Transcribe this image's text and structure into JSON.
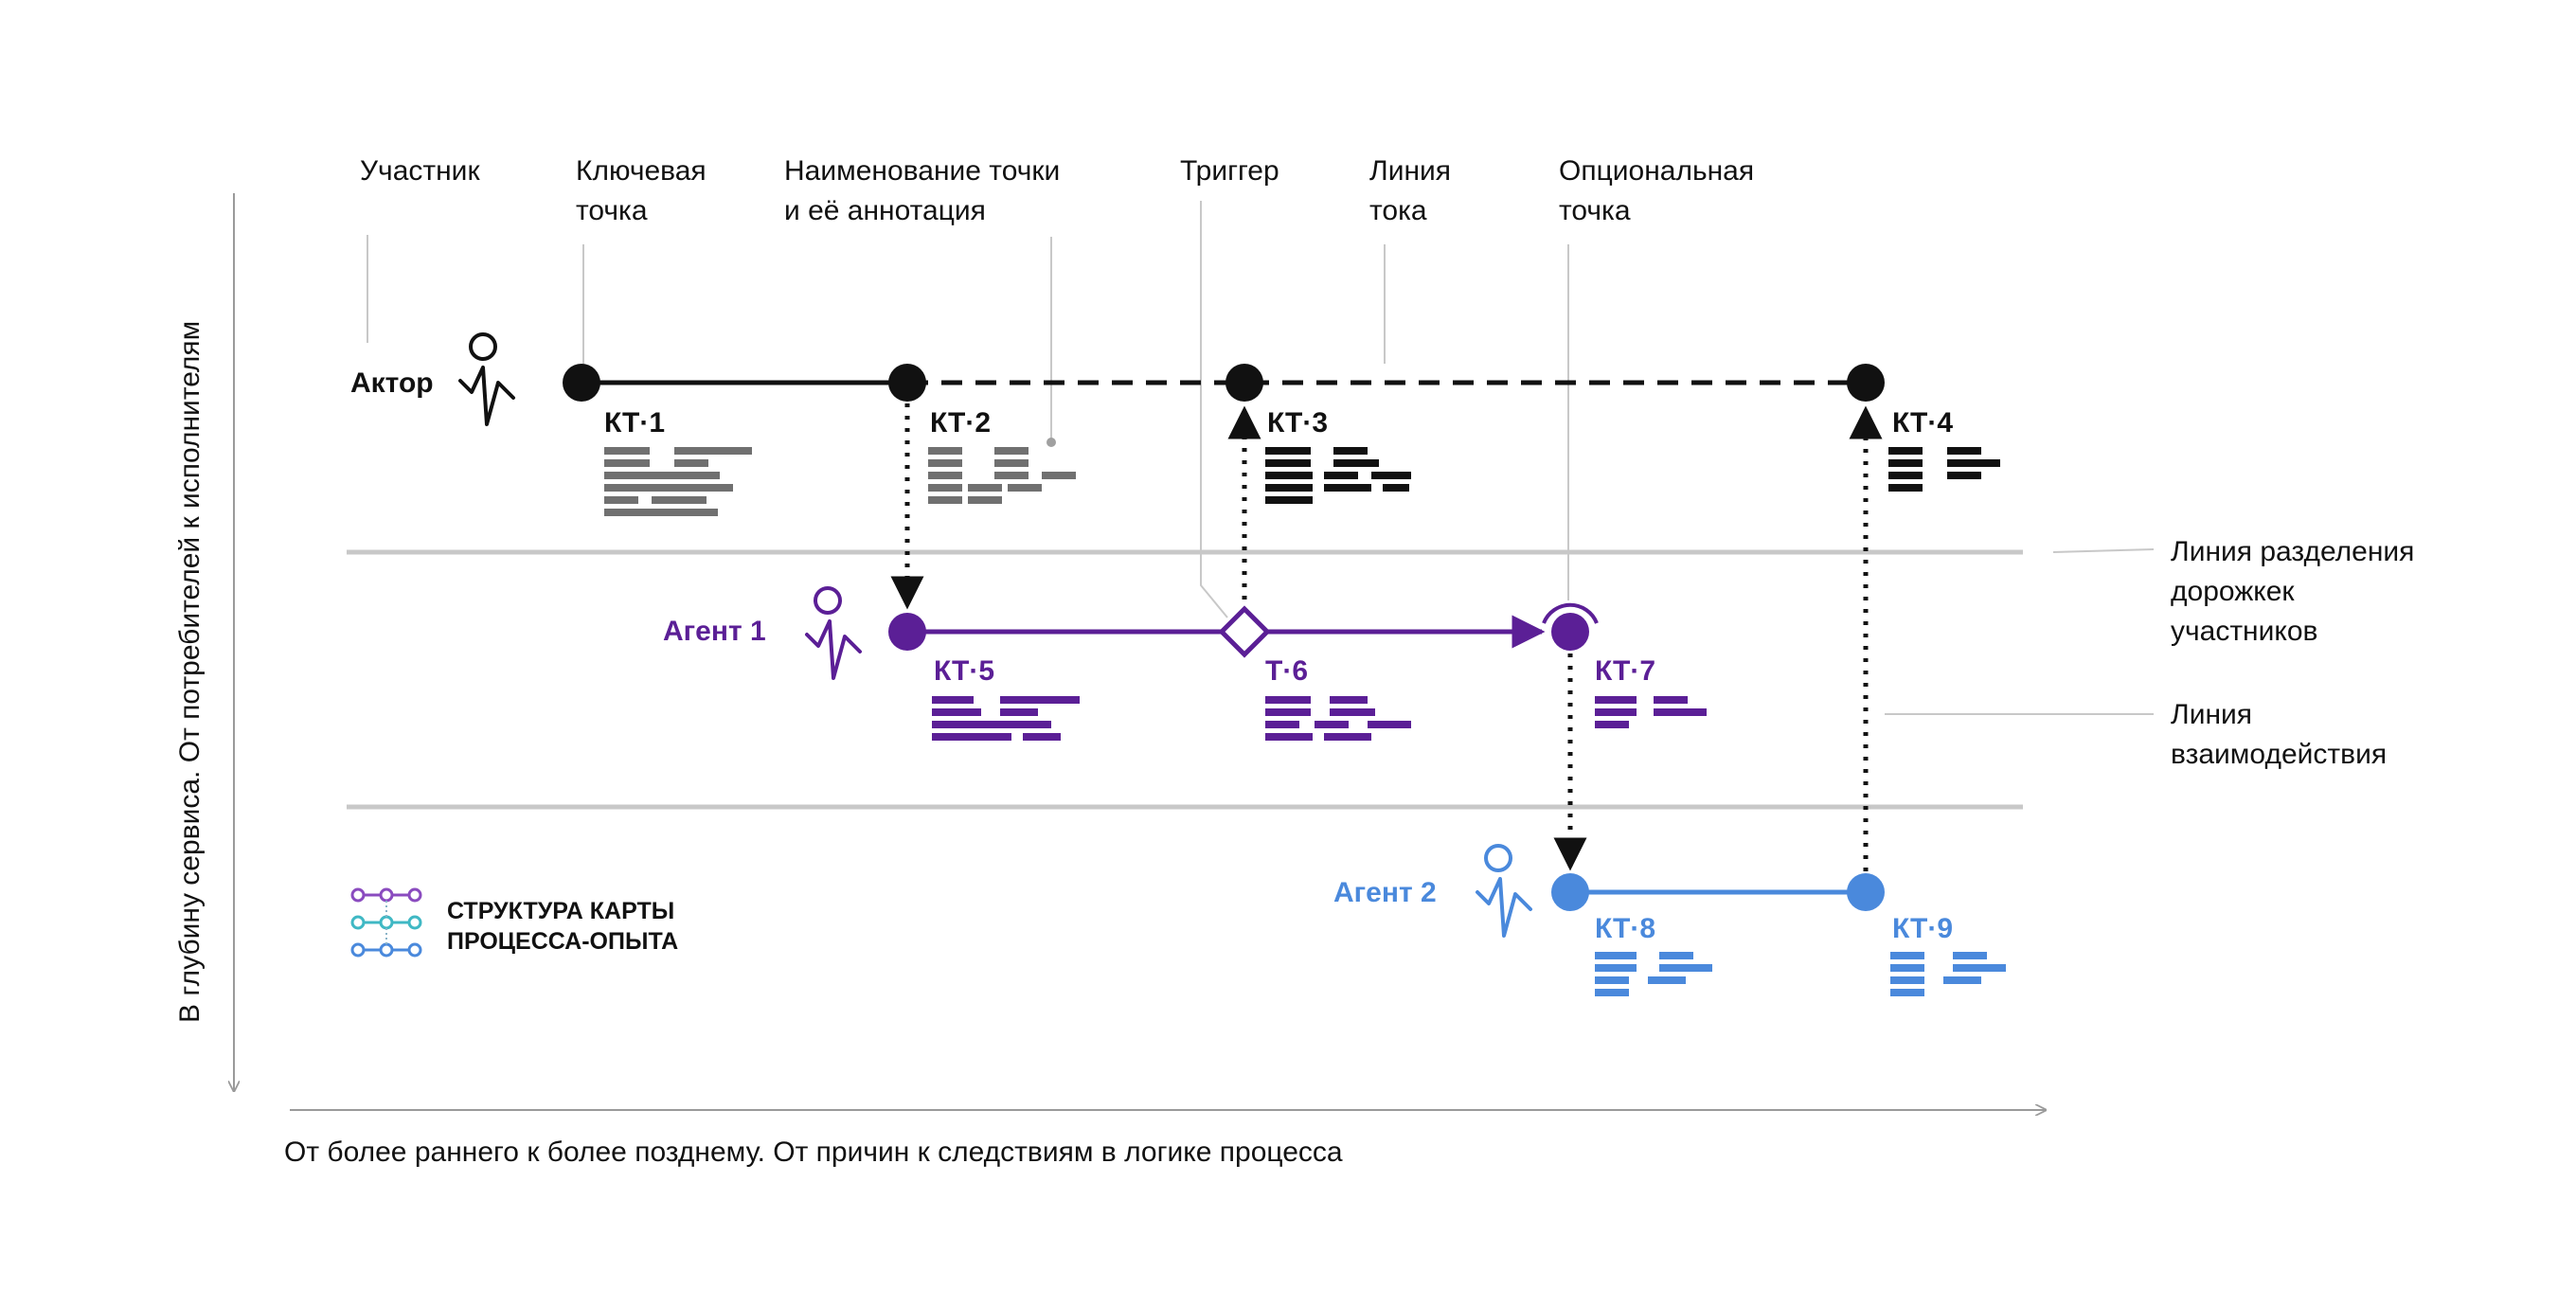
{
  "colors": {
    "black": "#111111",
    "gray": "#707070",
    "purple": "#5b1f96",
    "blue": "#4a89dc",
    "divider": "#c8c8c8",
    "axis": "#9a9a9a"
  },
  "top_labels": {
    "participant": "Участник",
    "keypoint": [
      "Ключевая",
      "точка"
    ],
    "naming": [
      "Наименование точки",
      "и её аннотация"
    ],
    "trigger": "Триггер",
    "flow_line": [
      "Линия",
      "тока"
    ],
    "optional_point": [
      "Опциональная",
      "точка"
    ]
  },
  "right_labels": {
    "separation": [
      "Линия разделения",
      "дорожкек",
      "участников"
    ],
    "interaction": [
      "Линия",
      "взаимодействия"
    ]
  },
  "actors": {
    "actor": "Актор",
    "agent1": "Агент 1",
    "agent2": "Агент 2"
  },
  "nodes": {
    "kt1": "КТ·1",
    "kt2": "КТ·2",
    "kt3": "КТ·3",
    "kt4": "КТ·4",
    "kt5": "КТ·5",
    "t6": "Т·6",
    "kt7": "КТ·7",
    "kt8": "КТ·8",
    "kt9": "КТ·9"
  },
  "legend": {
    "line1": "СТРУКТУРА КАРТЫ",
    "line2": "ПРОЦЕССА-ОПЫТА"
  },
  "axes": {
    "vertical": "В глубину сервиса. От потребителей к исполнителям",
    "horizontal": "От более раннего к более позднему. От причин к следствиям в логике процесса"
  },
  "icons": {
    "person": "person-icon",
    "legend": "process-map-icon"
  }
}
